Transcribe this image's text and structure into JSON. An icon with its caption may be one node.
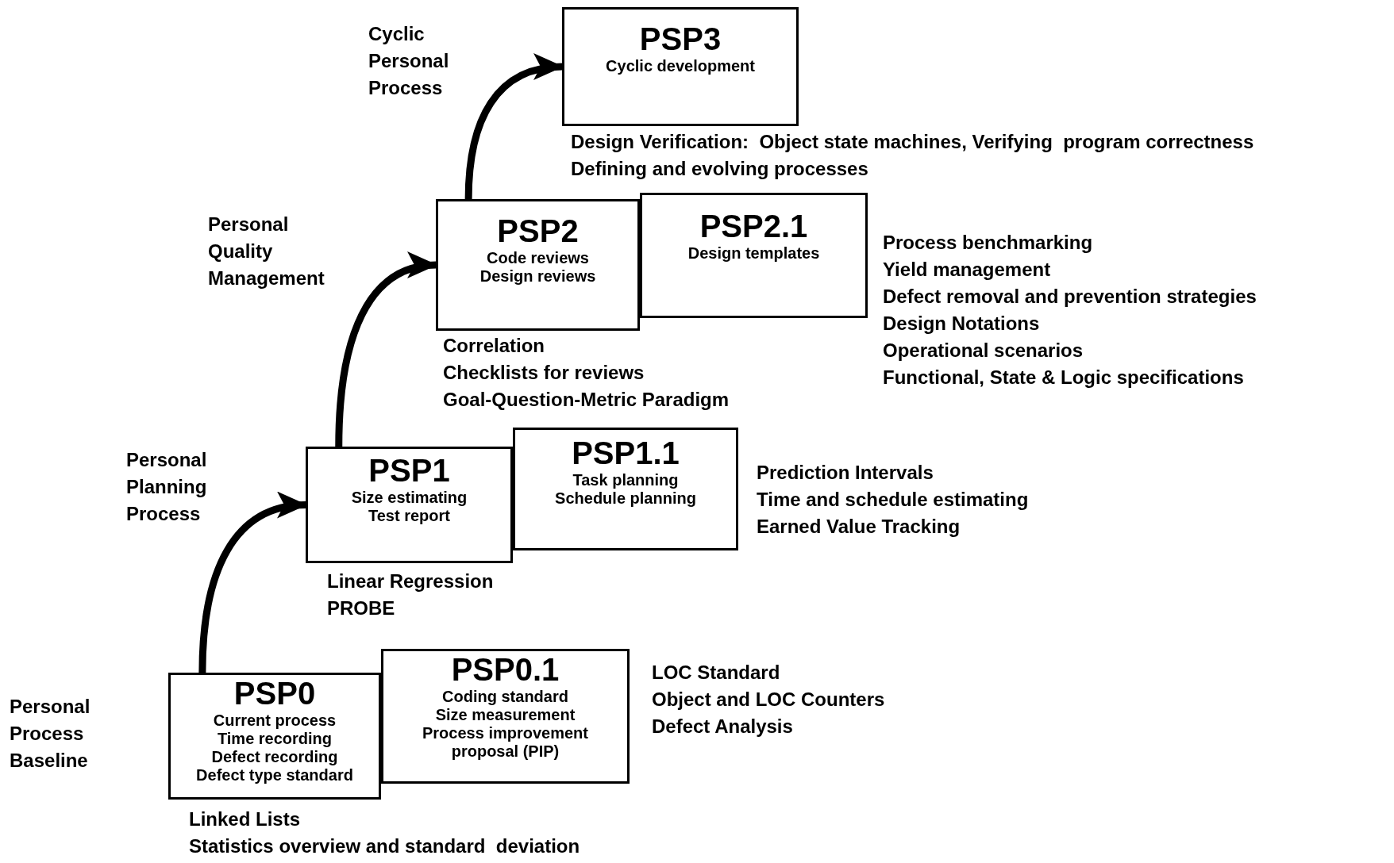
{
  "diagram": {
    "nodes": [
      {
        "text": [
          "PSP3",
          "Cyclic development"
        ],
        "beside": [
          "Design Verification:  Object state machines, Verifying  program correctness",
          "Defining and evolving processes"
        ]
      },
      {
        "text": [
          "PSP2",
          "Code reviews",
          "Design reviews"
        ],
        "beside": [
          "Correlation",
          "Checklists for reviews",
          "Goal-Question-Metric Paradigm"
        ]
      },
      {
        "text": [
          "PSP2.1",
          "Design templates"
        ],
        "beside": [
          "Process benchmarking",
          "Yield management",
          "Defect removal and prevention strategies",
          "Design Notations",
          "Operational scenarios",
          "Functional, State & Logic specifications"
        ]
      },
      {
        "text": [
          "PSP1",
          "Size estimating",
          "Test report"
        ],
        "beside": [
          "Linear Regression",
          "PROBE"
        ]
      },
      {
        "text": [
          "PSP1.1",
          "Task planning",
          "Schedule planning"
        ],
        "beside": [
          "Prediction Intervals",
          "Time and schedule estimating",
          "Earned Value Tracking"
        ]
      },
      {
        "text": [
          "PSP0",
          "Current process",
          "Time recording",
          "Defect recording",
          "Defect type standard"
        ],
        "beside": [
          "Linked Lists",
          "Statistics overview and standard  deviation"
        ]
      },
      {
        "text": [
          "PSP0.1",
          "Coding standard",
          "Size  measurement",
          "Process improvement proposal (PIP)"
        ],
        "beside": [
          "LOC Standard",
          "Object and LOC Counters",
          "Defect Analysis"
        ]
      }
    ],
    "edges": [
      {
        "from": 5,
        "to": 3,
        "arrow": "to"
      },
      {
        "from": 3,
        "to": 1,
        "arrow": "to"
      },
      {
        "from": 1,
        "to": 0,
        "arrow": "to"
      }
    ],
    "labels": [
      "Cyclic Personal Process",
      "Personal Quality Management",
      "Personal Planning Process",
      "Personal Process Baseline"
    ]
  }
}
